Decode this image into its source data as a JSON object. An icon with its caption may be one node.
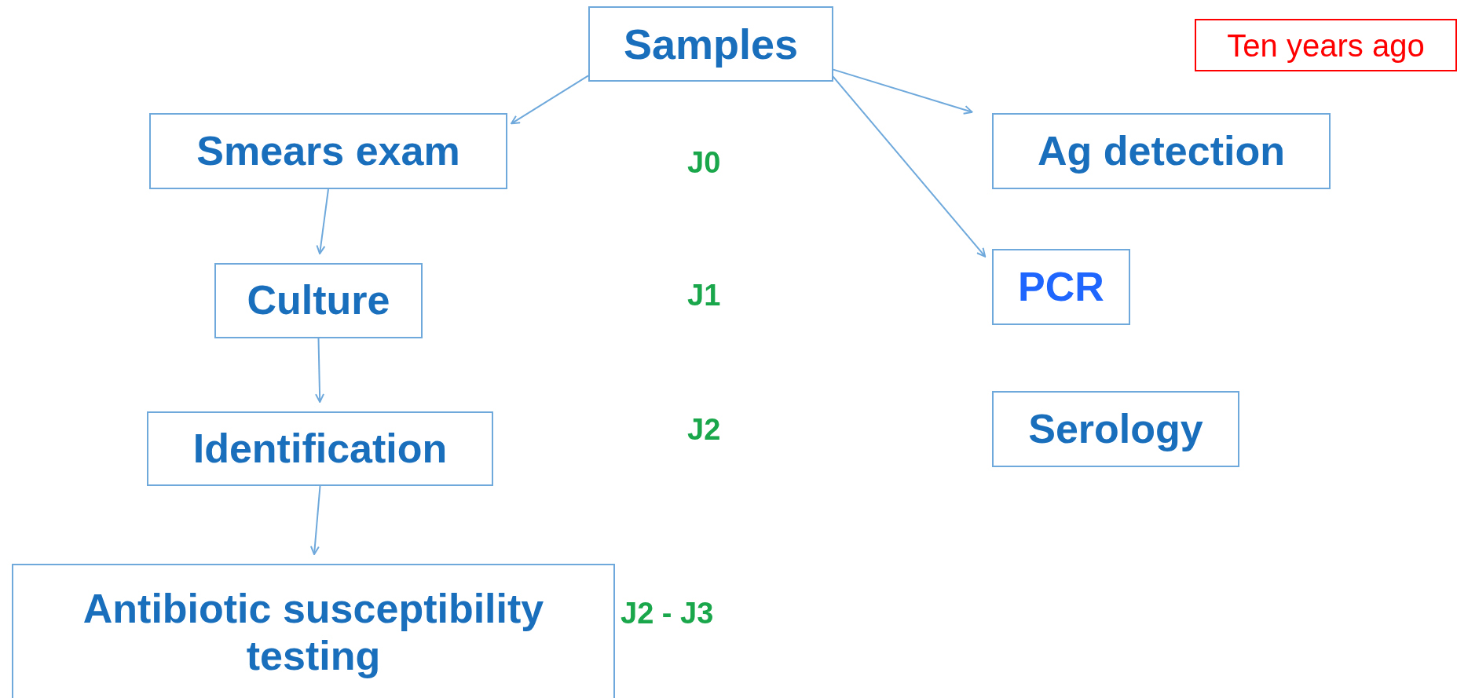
{
  "diagram": {
    "nodes": [
      {
        "text": [
          "Samples"
        ]
      },
      {
        "text": [
          "Ten years ago"
        ]
      },
      {
        "text": [
          "Smears exam"
        ]
      },
      {
        "text": [
          "Ag detection"
        ]
      },
      {
        "text": [
          "Culture"
        ]
      },
      {
        "text": [
          "PCR"
        ]
      },
      {
        "text": [
          "Identification"
        ]
      },
      {
        "text": [
          "Serology"
        ]
      },
      {
        "text": [
          "Antibiotic susceptibility testing"
        ]
      }
    ],
    "edges": [
      {
        "from": 0,
        "to": 2,
        "arrow": "to"
      },
      {
        "from": 0,
        "to": 3,
        "arrow": "to"
      },
      {
        "from": 0,
        "to": 5,
        "arrow": "to"
      },
      {
        "from": 2,
        "to": 4,
        "arrow": "to"
      },
      {
        "from": 4,
        "to": 6,
        "arrow": "to"
      },
      {
        "from": 6,
        "to": 8,
        "arrow": "to"
      }
    ],
    "labels": [
      "J0",
      "J1",
      "J2",
      "J2 - J3"
    ]
  }
}
